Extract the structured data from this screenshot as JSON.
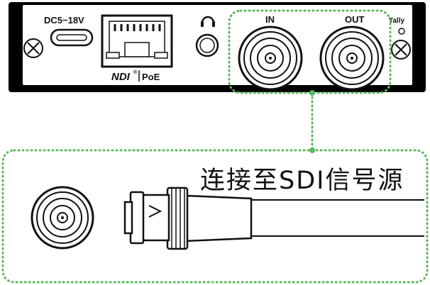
{
  "panel": {
    "power_label": "DC5~18V",
    "ndi_label": "NDI",
    "ndi_mark": "®",
    "poe_label": "PoE",
    "in_label": "IN",
    "out_label": "OUT",
    "tally_label": "Tally"
  },
  "callout": {
    "caption": "连接至SDI信号源"
  },
  "colors": {
    "highlight": "#5cb85c",
    "line": "#111111"
  }
}
